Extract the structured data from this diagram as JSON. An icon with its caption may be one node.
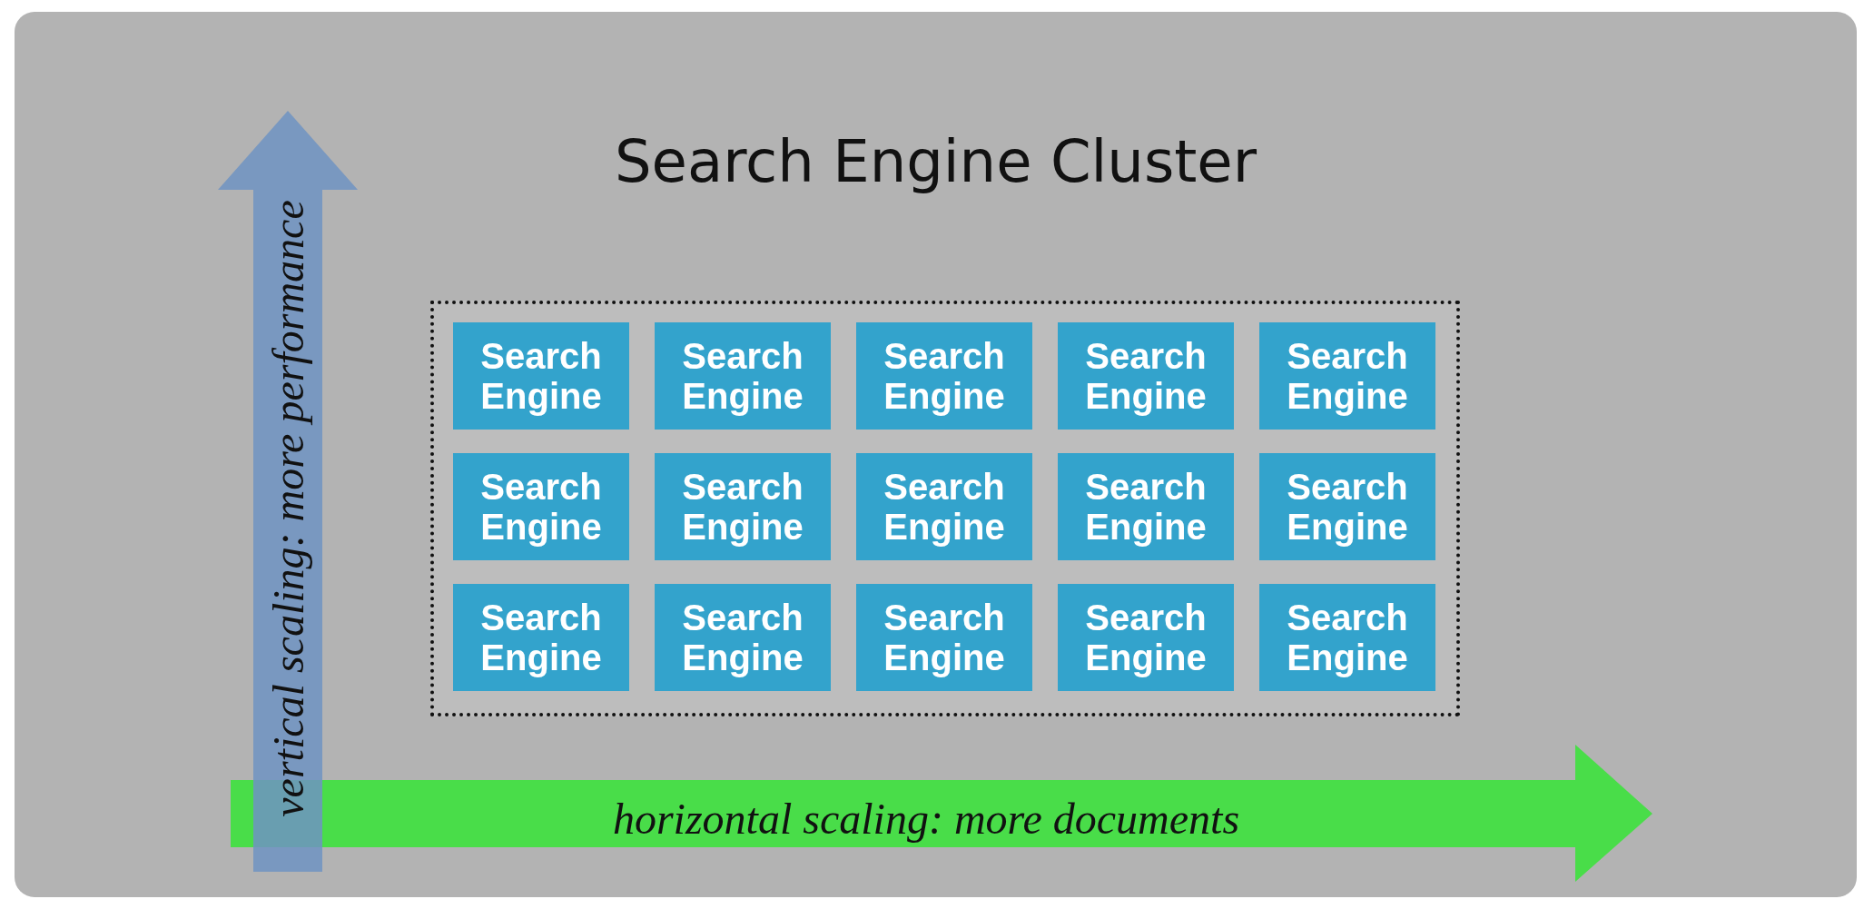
{
  "diagram": {
    "nodes": [
      {
        "text": [
          "Search Engine Cluster"
        ]
      },
      {
        "text": [],
        "shape": "box",
        "in": 0
      },
      {
        "text": [
          "Search Engine"
        ],
        "in": 1
      },
      {
        "text": [
          "Search Engine"
        ],
        "in": 1
      },
      {
        "text": [
          "Search Engine"
        ],
        "in": 1
      },
      {
        "text": [
          "Search Engine"
        ],
        "in": 1
      },
      {
        "text": [
          "Search Engine"
        ],
        "in": 1
      },
      {
        "text": [
          "Search Engine"
        ],
        "in": 1
      },
      {
        "text": [
          "Search Engine"
        ],
        "in": 1
      },
      {
        "text": [
          "Search Engine"
        ],
        "in": 1
      },
      {
        "text": [
          "Search Engine"
        ],
        "in": 1
      },
      {
        "text": [
          "Search Engine"
        ],
        "in": 1
      },
      {
        "text": [
          "Search Engine"
        ],
        "in": 1
      },
      {
        "text": [
          "Search Engine"
        ],
        "in": 1
      },
      {
        "text": [
          "Search Engine"
        ],
        "in": 1
      },
      {
        "text": [
          "Search Engine"
        ],
        "in": 1
      },
      {
        "text": [
          "Search Engine"
        ],
        "in": 1
      }
    ],
    "labels": [
      "vertical scaling: more performance",
      "horizontal scaling: more documents"
    ]
  }
}
